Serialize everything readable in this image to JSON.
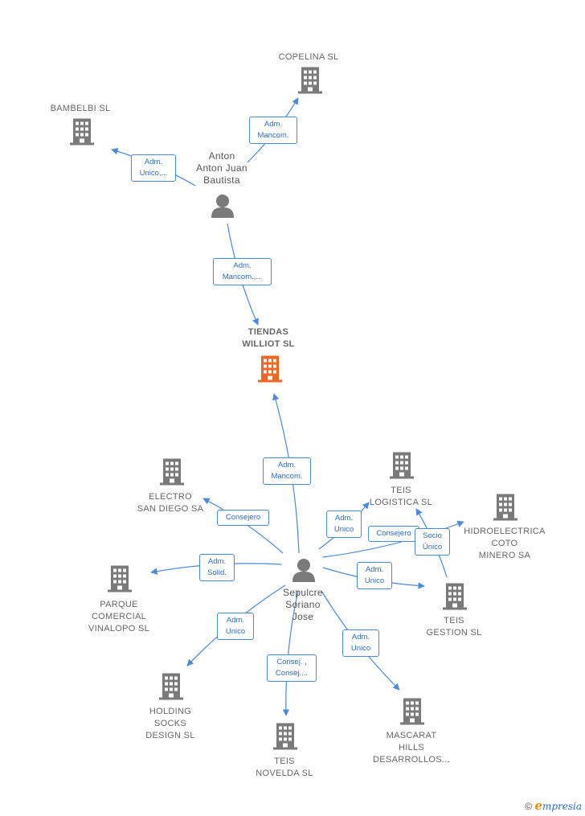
{
  "colors": {
    "company": "#7a7a7a",
    "focus_company": "#f26522",
    "person": "#7a7a7a",
    "edge": "#4a89dc",
    "role_text": "#2a6cc8"
  },
  "nodes": [
    {
      "id": "copelina",
      "type": "company",
      "label": "COPELINA  SL"
    },
    {
      "id": "bambelbi",
      "type": "company",
      "label": "BAMBELBI  SL"
    },
    {
      "id": "anton",
      "type": "person",
      "label": "Anton\nAnton Juan\nBautista"
    },
    {
      "id": "tiendas",
      "type": "focus-company",
      "label": "TIENDAS\nWILLIOT  SL"
    },
    {
      "id": "electro",
      "type": "company",
      "label": "ELECTRO\nSAN DIEGO SA"
    },
    {
      "id": "teis_logistica",
      "type": "company",
      "label": "TEIS\nLOGISTICA  SL"
    },
    {
      "id": "hidroelectrica",
      "type": "company",
      "label": "HIDROELECTRICA\nCOTO\nMINERO SA"
    },
    {
      "id": "parque",
      "type": "company",
      "label": "PARQUE\nCOMERCIAL\nVINALOPO  SL"
    },
    {
      "id": "sepulcre",
      "type": "person",
      "label": "Sepulcre\nSoriano\nJose"
    },
    {
      "id": "teis_gestion",
      "type": "company",
      "label": "TEIS\nGESTION  SL"
    },
    {
      "id": "holding",
      "type": "company",
      "label": "HOLDING\nSOCKS\nDESIGN  SL"
    },
    {
      "id": "teis_novelda",
      "type": "company",
      "label": "TEIS\nNOVELDA  SL"
    },
    {
      "id": "mascarat",
      "type": "company",
      "label": "MASCARAT\nHILLS\nDESARROLLOS..."
    }
  ],
  "edges": [
    {
      "from": "anton",
      "to": "copelina",
      "role": "Adm.\nMancom."
    },
    {
      "from": "anton",
      "to": "bambelbi",
      "role": "Adm.\nUnico,..."
    },
    {
      "from": "anton",
      "to": "tiendas",
      "role": "Adm.\nMancom.,..."
    },
    {
      "from": "sepulcre",
      "to": "tiendas",
      "role": "Adm.\nMancom."
    },
    {
      "from": "sepulcre",
      "to": "electro",
      "role": "Consejero"
    },
    {
      "from": "sepulcre",
      "to": "teis_logistica",
      "role": "Adm.\nUnico"
    },
    {
      "from": "sepulcre",
      "to": "hidroelectrica",
      "role": "Consejero"
    },
    {
      "from": "sepulcre",
      "to": "teis_gestion",
      "role": "Adm.\nUnico"
    },
    {
      "from": "teis_gestion",
      "to": "teis_logistica",
      "role": "Socio\nÚnico"
    },
    {
      "from": "sepulcre",
      "to": "parque",
      "role": "Adm.\nSolid."
    },
    {
      "from": "sepulcre",
      "to": "holding",
      "role": "Adm.\nUnico"
    },
    {
      "from": "sepulcre",
      "to": "teis_novelda",
      "role": "Consej. ,\nConsej...."
    },
    {
      "from": "sepulcre",
      "to": "mascarat",
      "role": "Adm.\nUnico"
    }
  ],
  "footer": {
    "copyright": "©",
    "brand_initial": "e",
    "brand_rest": "mpresia"
  }
}
